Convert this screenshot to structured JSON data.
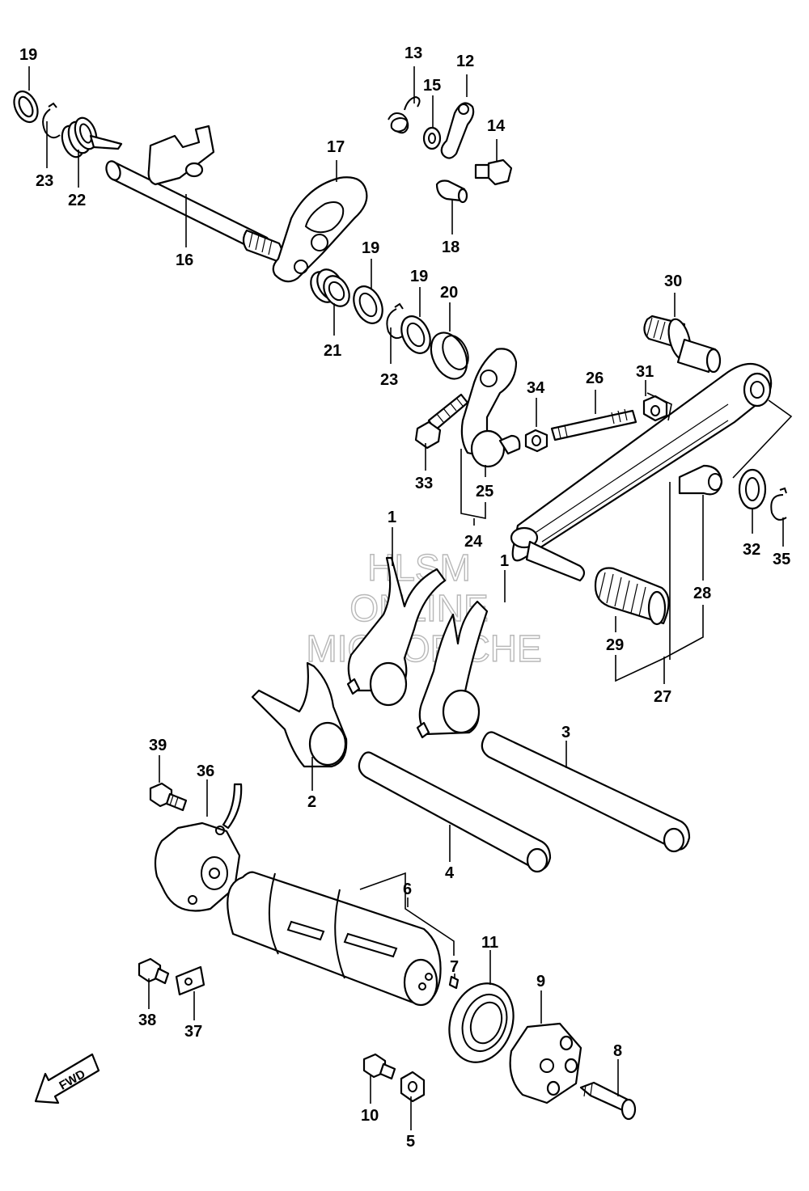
{
  "callouts": [
    {
      "id": "c19a",
      "label": "19"
    },
    {
      "id": "c23a",
      "label": "23"
    },
    {
      "id": "c22",
      "label": "22"
    },
    {
      "id": "c16",
      "label": "16"
    },
    {
      "id": "c17",
      "label": "17"
    },
    {
      "id": "c13",
      "label": "13"
    },
    {
      "id": "c15",
      "label": "15"
    },
    {
      "id": "c12",
      "label": "12"
    },
    {
      "id": "c14",
      "label": "14"
    },
    {
      "id": "c18",
      "label": "18"
    },
    {
      "id": "c19b",
      "label": "19"
    },
    {
      "id": "c19c",
      "label": "19"
    },
    {
      "id": "c20",
      "label": "20"
    },
    {
      "id": "c21",
      "label": "21"
    },
    {
      "id": "c23b",
      "label": "23"
    },
    {
      "id": "c30",
      "label": "30"
    },
    {
      "id": "c34",
      "label": "34"
    },
    {
      "id": "c26",
      "label": "26"
    },
    {
      "id": "c31",
      "label": "31"
    },
    {
      "id": "c33",
      "label": "33"
    },
    {
      "id": "c25",
      "label": "25"
    },
    {
      "id": "c24",
      "label": "24"
    },
    {
      "id": "c32",
      "label": "32"
    },
    {
      "id": "c35",
      "label": "35"
    },
    {
      "id": "c1a",
      "label": "1"
    },
    {
      "id": "c1b",
      "label": "1"
    },
    {
      "id": "c28",
      "label": "28"
    },
    {
      "id": "c29",
      "label": "29"
    },
    {
      "id": "c27",
      "label": "27"
    },
    {
      "id": "c3",
      "label": "3"
    },
    {
      "id": "c39",
      "label": "39"
    },
    {
      "id": "c36",
      "label": "36"
    },
    {
      "id": "c2",
      "label": "2"
    },
    {
      "id": "c4",
      "label": "4"
    },
    {
      "id": "c6",
      "label": "6"
    },
    {
      "id": "c11",
      "label": "11"
    },
    {
      "id": "c7",
      "label": "7"
    },
    {
      "id": "c9",
      "label": "9"
    },
    {
      "id": "c38",
      "label": "38"
    },
    {
      "id": "c37",
      "label": "37"
    },
    {
      "id": "c8",
      "label": "8"
    },
    {
      "id": "c10",
      "label": "10"
    },
    {
      "id": "c5",
      "label": "5"
    }
  ],
  "watermark": {
    "line1": "HLSM",
    "line2": "ONLINE",
    "line3": "MICROFICHE"
  },
  "fwd_label": "FWD"
}
